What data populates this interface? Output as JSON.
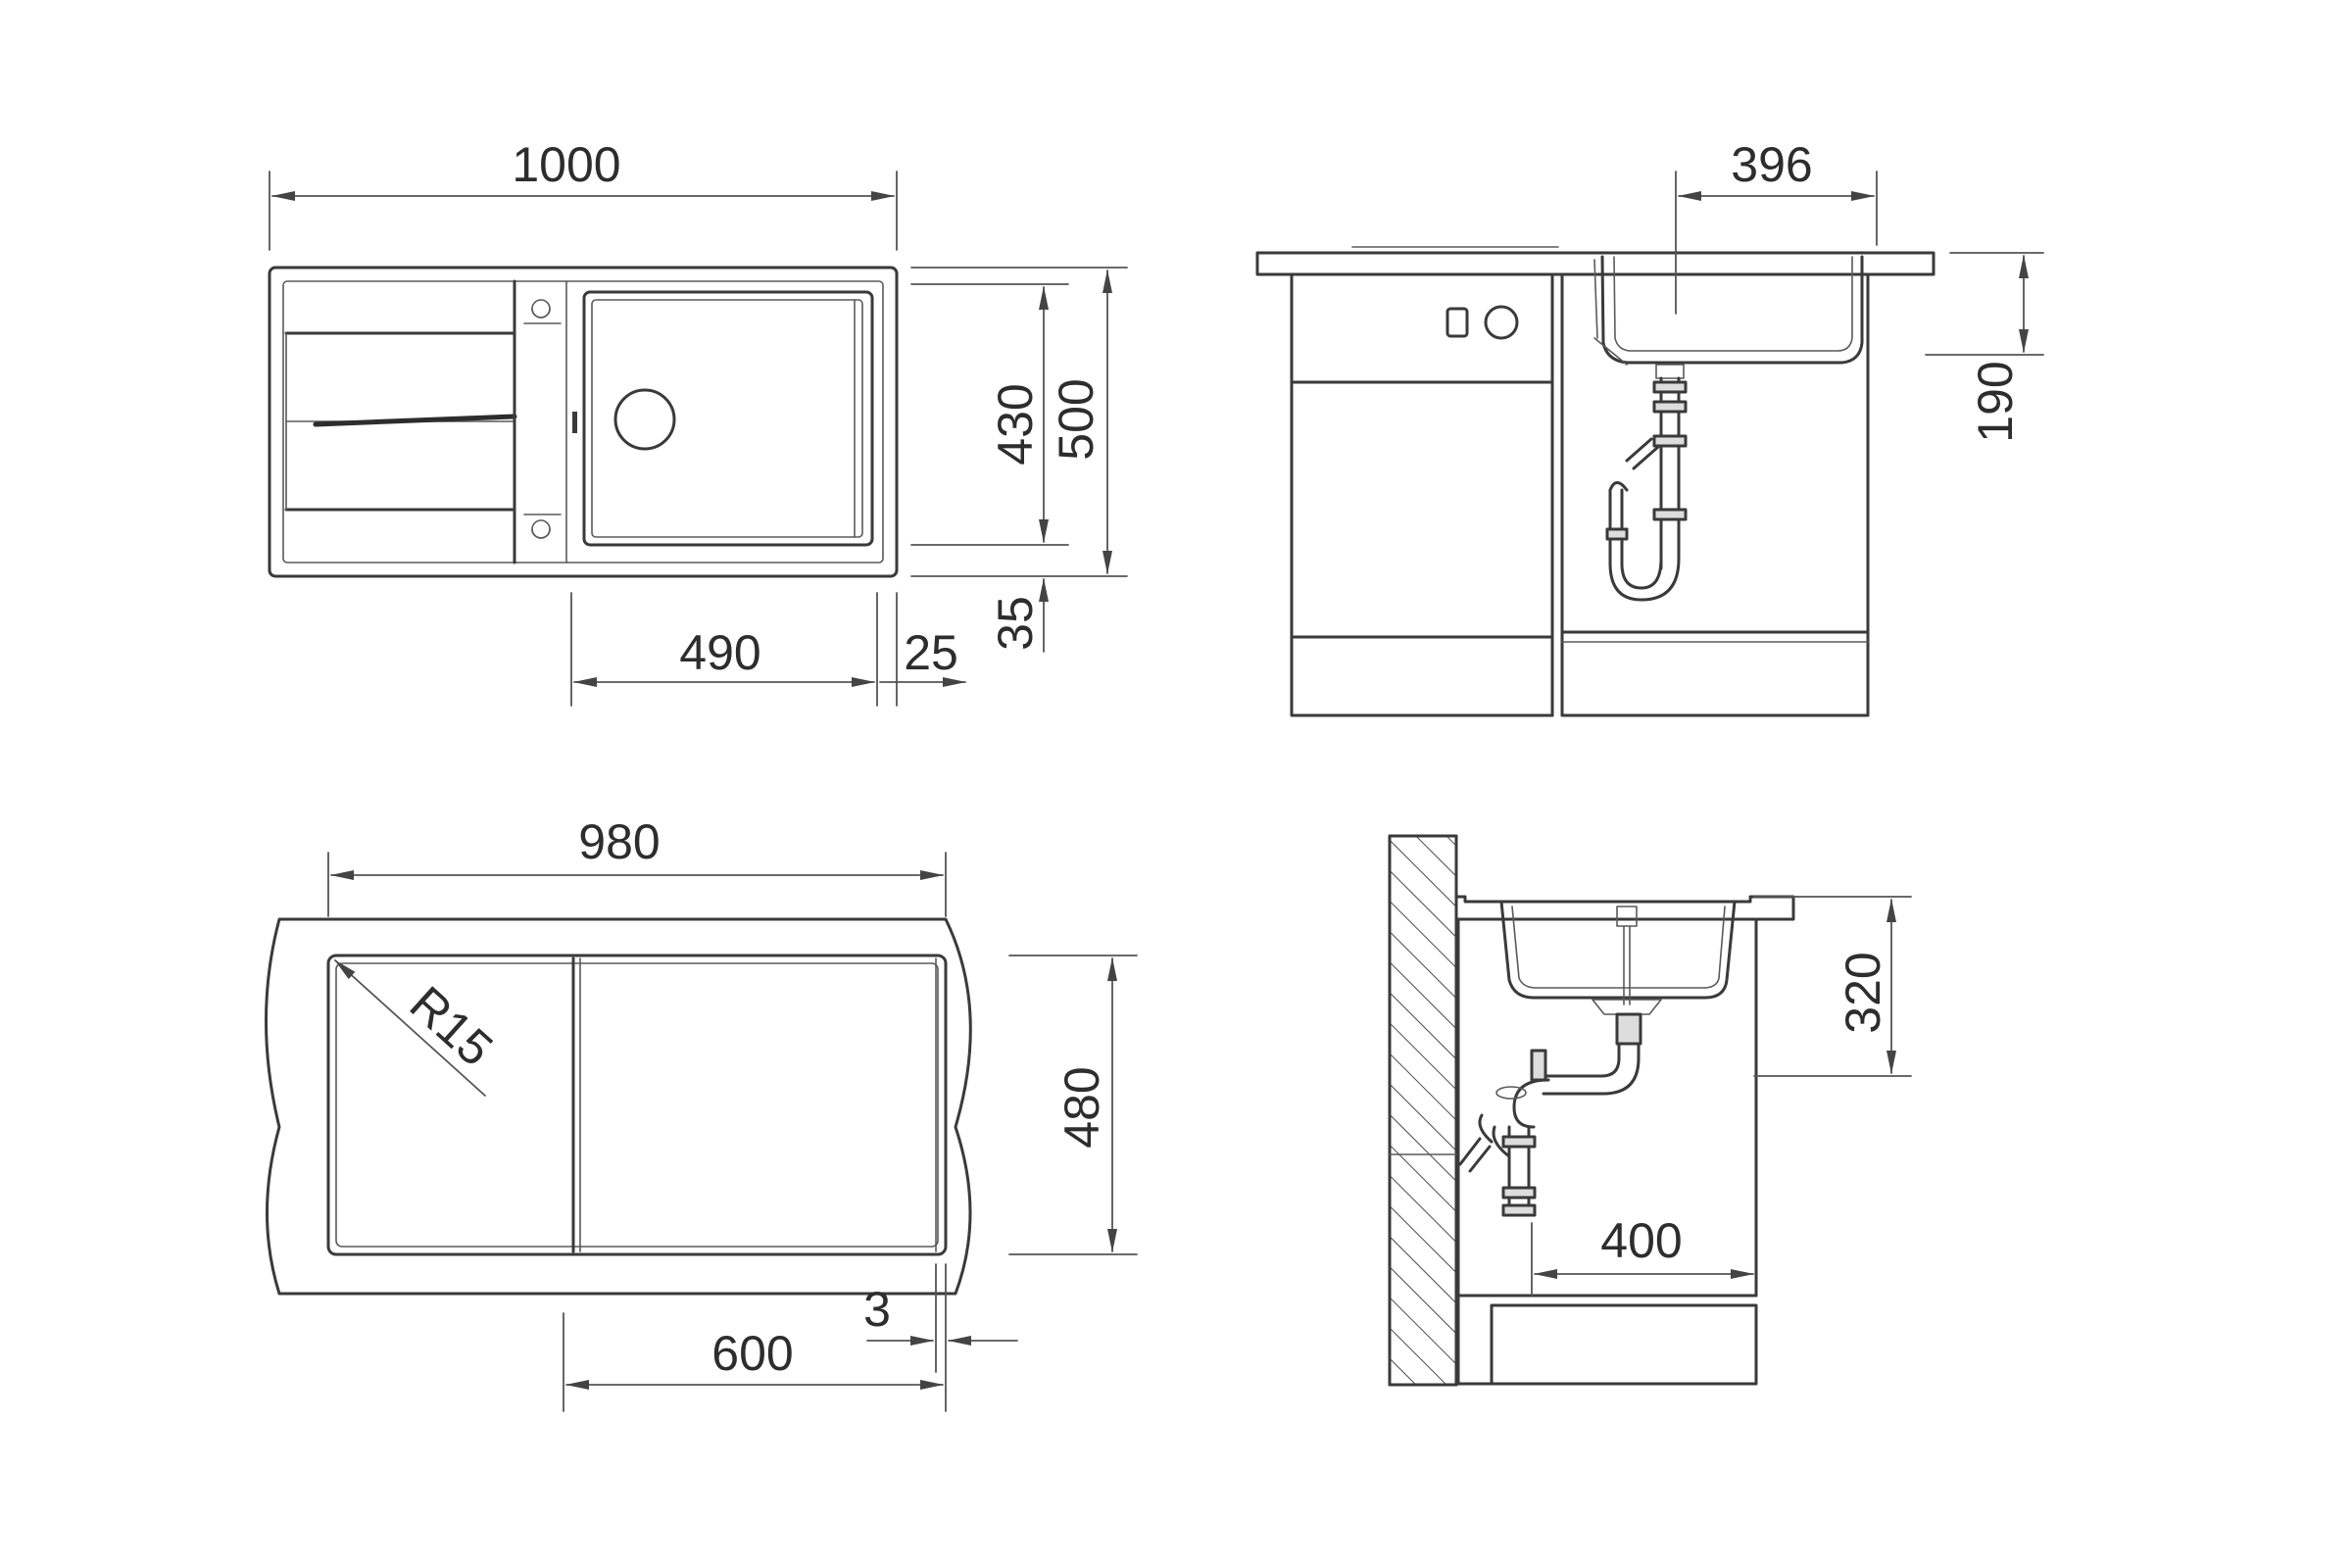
{
  "dimensions": {
    "top_view": {
      "overall_width": "1000",
      "bowl_length": "490",
      "rim_offset": "25",
      "bowl_depth": "430",
      "overall_depth": "500",
      "front_offset": "35"
    },
    "side_view": {
      "bowl_width": "396",
      "bowl_height": "190"
    },
    "cutout_view": {
      "cutout_width": "980",
      "cutout_depth": "480",
      "corner_radius": "R15",
      "cutout_bowl_width": "600",
      "cutout_margin": "3"
    },
    "section_view": {
      "drain_height": "320",
      "drain_offset": "400"
    }
  },
  "colors": {
    "line": "#3a3a3a",
    "background": "#ffffff"
  }
}
